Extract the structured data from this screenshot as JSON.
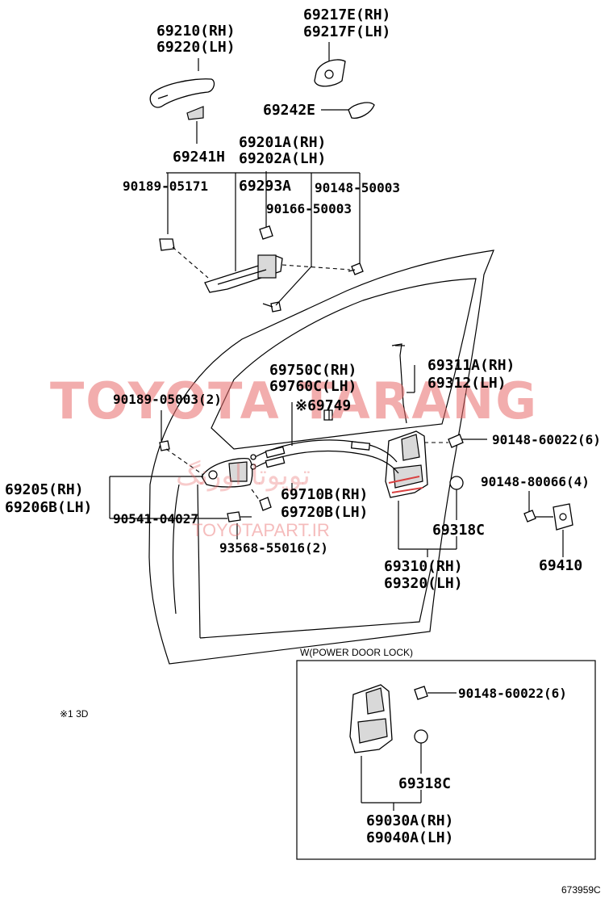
{
  "diagram": {
    "watermark": {
      "brand": "TOYOTA TARANG",
      "persian": "تویوتا اورنگ",
      "url": "TOYOTAPART.IR"
    },
    "labels": {
      "p69210": "69210(RH)",
      "p69220": "69220(LH)",
      "p69217e": "69217E(RH)",
      "p69217f": "69217F(LH)",
      "p69242e": "69242E",
      "p69201a": "69201A(RH)",
      "p69202a": "69202A(LH)",
      "p69241h": "69241H",
      "p90189_05171": "90189-05171",
      "p69293a": "69293A",
      "p90148_50003": "90148-50003",
      "p90166_50003": "90166-50003",
      "p69750c": "69750C(RH)",
      "p69760c": "69760C(LH)",
      "p69311a": "69311A(RH)",
      "p69312": "69312(LH)",
      "p90189_05003": "90189-05003(2)",
      "p69749": "※69749",
      "p90148_60022a": "90148-60022(6)",
      "p90148_80066": "90148-80066(4)",
      "p69205": "69205(RH)",
      "p69206b": "69206B(LH)",
      "p69710b": "69710B(RH)",
      "p69720b": "69720B(LH)",
      "p90541_04027": "90541-04027",
      "p69318c_a": "69318C",
      "p93568_55016": "93568-55016(2)",
      "p69310": "69310(RH)",
      "p69320": "69320(LH)",
      "p69410": "69410",
      "p90148_60022b": "90148-60022(6)",
      "p69318c_b": "69318C",
      "p69030a": "69030A(RH)",
      "p69040a": "69040A(LH)"
    },
    "inset_title": "W(POWER DOOR LOCK)",
    "note": "※1 3D",
    "figure_id": "673959C"
  }
}
